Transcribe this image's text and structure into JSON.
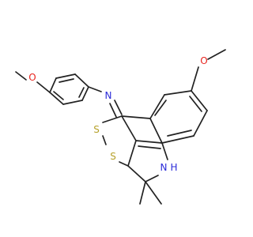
{
  "diagram": {
    "atom_labels": {
      "o_left": "O",
      "o_right": "O",
      "n_imine": "N",
      "s_top": "S",
      "s_bottom": "S",
      "n_ring": "N",
      "h_ring": "H"
    },
    "colors": {
      "bond": "#222222",
      "oxygen": "#e8251f",
      "nitrogen": "#2a2ad8",
      "sulfur": "#b6a12a",
      "background": "#ffffff"
    }
  }
}
